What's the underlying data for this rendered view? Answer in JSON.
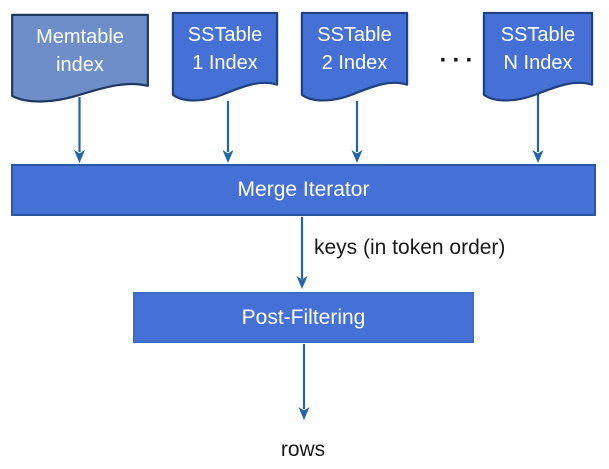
{
  "diagram": {
    "sources": [
      {
        "id": "memtable-index",
        "label": "Memtable\nindex",
        "fill": "#6e8ec9",
        "border": "#1f3864"
      },
      {
        "id": "sstable-1-index",
        "label": "SSTable\n1 Index",
        "fill": "#4571d6",
        "border": "#21407f"
      },
      {
        "id": "sstable-2-index",
        "label": "SSTable\n2 Index",
        "fill": "#4571d6",
        "border": "#21407f"
      },
      {
        "id": "sstable-n-index",
        "label": "SSTable\nN Index",
        "fill": "#4571d6",
        "border": "#21407f"
      }
    ],
    "ellipsis": "···",
    "merge_iterator": {
      "label": "Merge Iterator",
      "fill": "#4571d6",
      "border": "#2b57a5"
    },
    "post_filtering": {
      "label": "Post-Filtering",
      "fill": "#4571d6",
      "border": "#3e6bc6"
    },
    "edge_label": "keys (in token order)",
    "output_label": "rows",
    "arrow_color": "#2264a7",
    "text_color": "#1a1a1a",
    "node_text_color": "#ffffff",
    "background_color": "#ffffff"
  }
}
